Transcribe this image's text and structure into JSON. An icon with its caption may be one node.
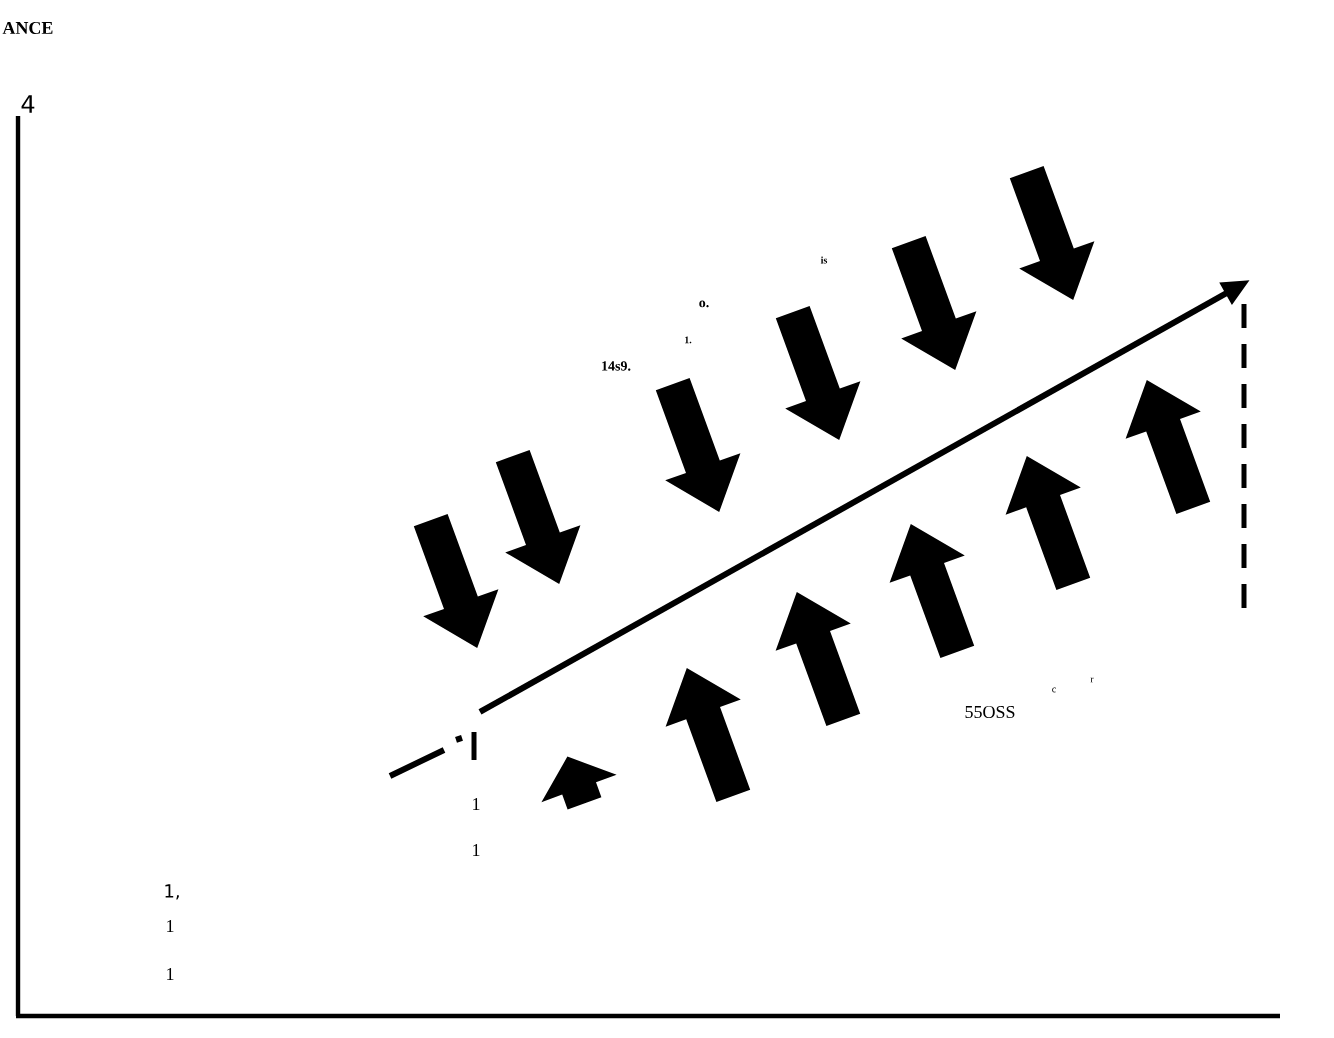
{
  "diagram": {
    "title": "ANCE",
    "labels": [
      "4",
      "is",
      "o.",
      "1.",
      "14s9.",
      "55OSS",
      "c",
      "r",
      "1",
      "1",
      "1,",
      "1",
      "1"
    ]
  }
}
